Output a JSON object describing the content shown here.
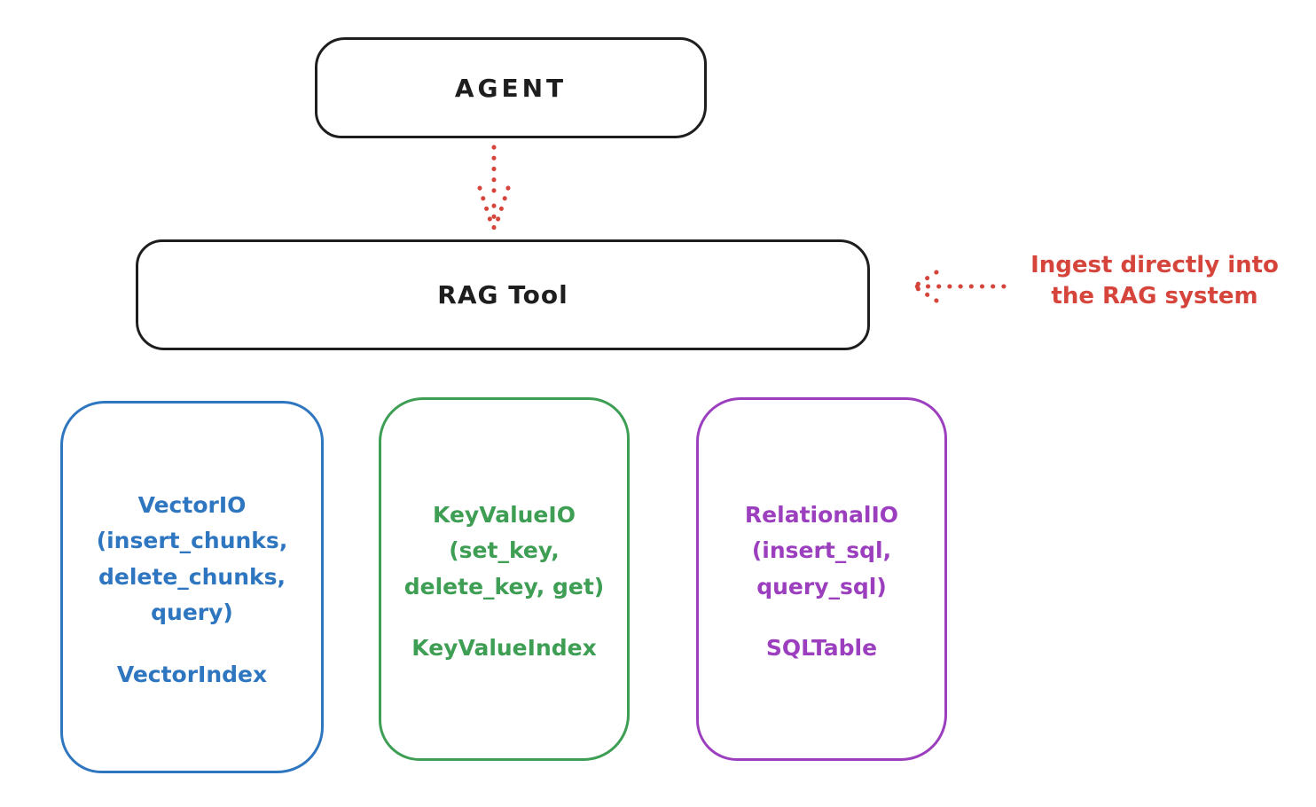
{
  "diagram": {
    "background_color": "#ffffff",
    "ink_color": "#1e1e1e",
    "accent_red": "#d6453c",
    "agent": {
      "label": "AGENT"
    },
    "rag_tool": {
      "label": "RAG Tool"
    },
    "annotation": {
      "line1": "Ingest directly into",
      "line2": "the RAG system",
      "color": "#d6453c"
    },
    "connectors": {
      "agent_to_rag": {
        "style": "dotted",
        "direction": "down",
        "color": "#d6453c"
      },
      "ingest_to_rag": {
        "style": "dotted",
        "direction": "left",
        "color": "#d6453c"
      }
    },
    "backends": [
      {
        "id": "vector-io",
        "color": "#2f76c0",
        "io_label": "VectorIO\n(insert_chunks,\ndelete_chunks,\nquery)",
        "index_label": "VectorIndex"
      },
      {
        "id": "keyvalue-io",
        "color": "#3d9e54",
        "io_label": "KeyValueIO\n(set_key,\ndelete_key, get)",
        "index_label": "KeyValueIndex"
      },
      {
        "id": "relational-io",
        "color": "#9c3fbf",
        "io_label": "RelationalIO\n(insert_sql,\nquery_sql)",
        "index_label": "SQLTable"
      }
    ]
  }
}
